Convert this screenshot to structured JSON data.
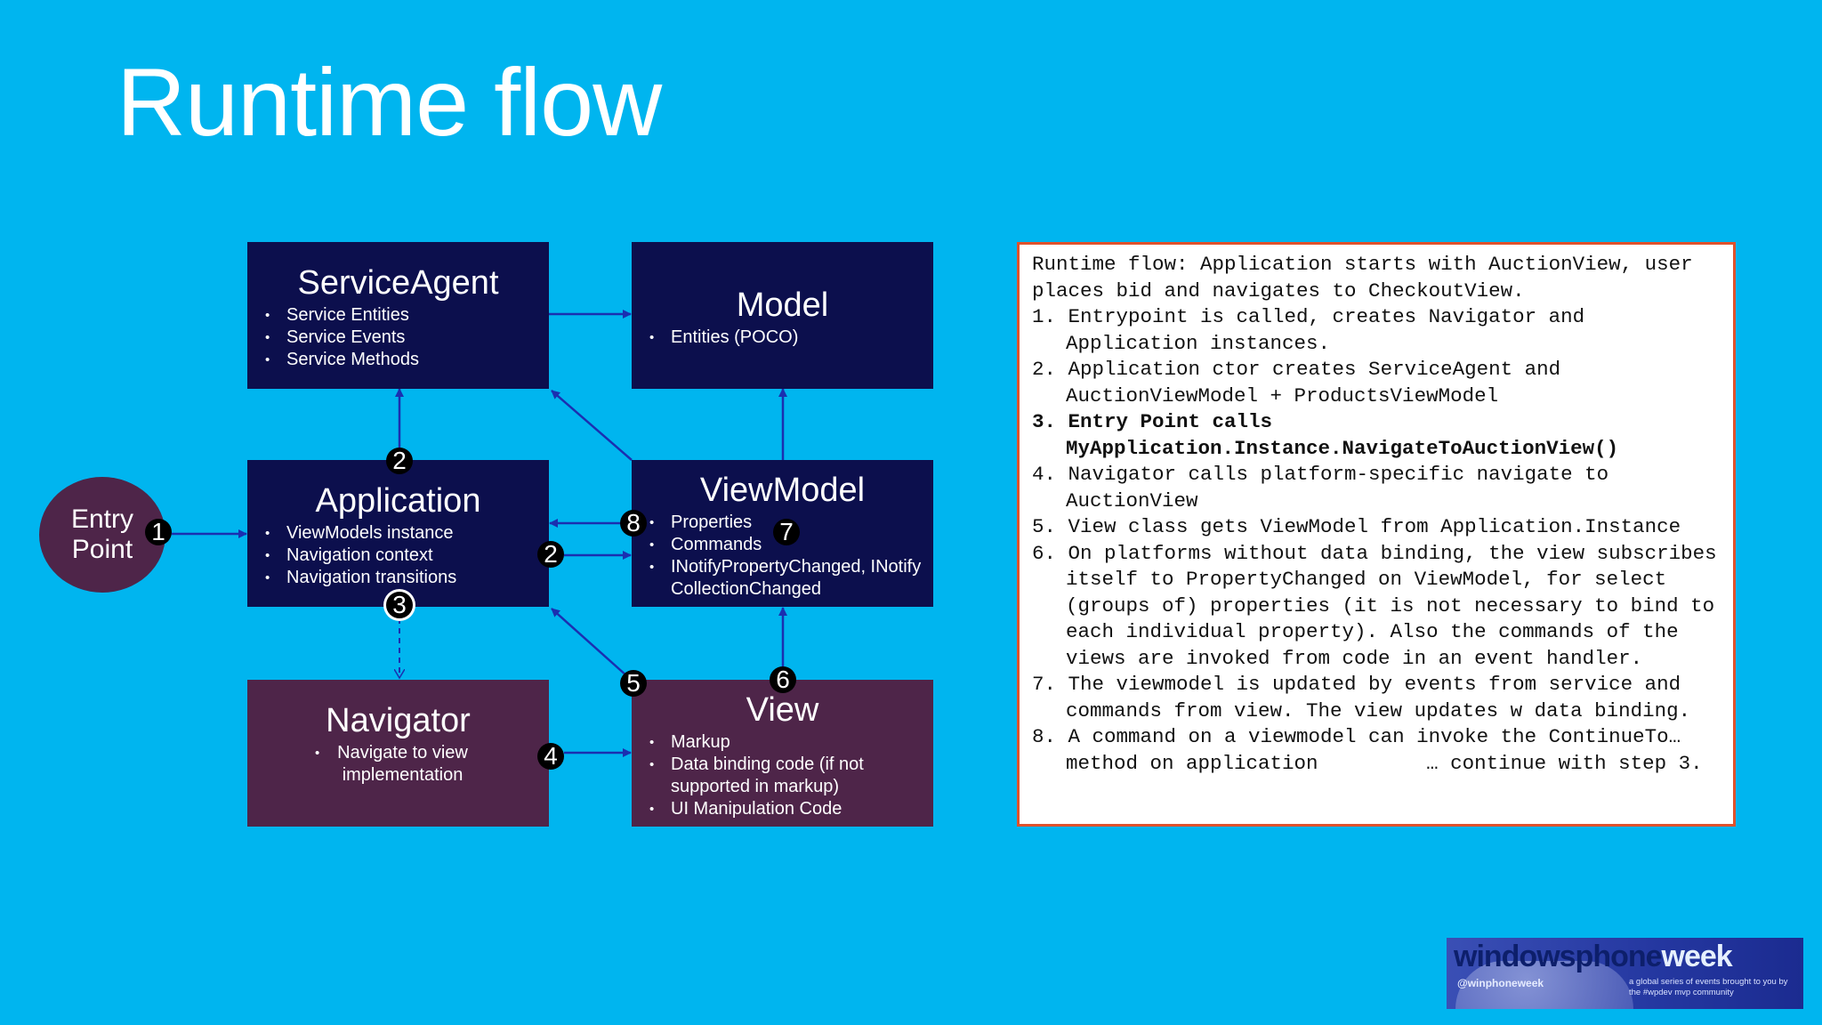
{
  "slide": {
    "title": "Runtime flow",
    "colors": {
      "background": "#00b5ef",
      "navy_box": "#0c0f4d",
      "plum_box": "#4e2549",
      "notes_border": "#e0522c"
    }
  },
  "diagram": {
    "entry_point": {
      "line1": "Entry",
      "line2": "Point"
    },
    "service_agent": {
      "title": "ServiceAgent",
      "items": [
        "Service Entities",
        "Service Events",
        "Service Methods"
      ]
    },
    "model": {
      "title": "Model",
      "items": [
        "Entities (POCO)"
      ]
    },
    "application": {
      "title": "Application",
      "items": [
        "ViewModels instance",
        "Navigation context",
        "Navigation transitions"
      ]
    },
    "viewmodel": {
      "title": "ViewModel",
      "items": [
        "Properties",
        "Commands",
        "INotifyPropertyChanged, INotifyCollectionChanged"
      ]
    },
    "navigator": {
      "title": "Navigator",
      "items": [
        "Navigate to view implementation"
      ]
    },
    "view": {
      "title": "View",
      "items": [
        "Markup",
        "Data binding code (if not supported in markup)",
        "UI Manipulation Code"
      ]
    },
    "badges": [
      "1",
      "2",
      "3",
      "2",
      "8",
      "7",
      "5",
      "6",
      "4"
    ]
  },
  "notes": {
    "intro": "Runtime flow: Application starts with AuctionView, user places bid and navigates to CheckoutView.",
    "steps": [
      "1. Entrypoint is called, creates Navigator and Application instances.",
      "2. Application ctor creates ServiceAgent and AuctionViewModel + ProductsViewModel",
      "3. Entry Point calls MyApplication.Instance.NavigateToAuctionView()",
      "4. Navigator calls platform-specific navigate to AuctionView",
      "5. View class gets ViewModel from Application.Instance",
      "6. On platforms without data binding, the view subscribes itself to PropertyChanged on ViewModel, for select (groups of) properties (it is not necessary to bind to each individual property). Also the commands of the views are invoked from code in an event handler.",
      "7. The viewmodel is updated by events from service and commands from view. The view updates w data binding.",
      "8. A command on a viewmodel can invoke the ContinueTo… method on application         … continue with step 3."
    ]
  },
  "logo": {
    "brand_a": "windowsphone",
    "brand_b": "week",
    "handle": "@winphoneweek",
    "tagline": "a global series of events brought to you by the #wpdev mvp community"
  }
}
